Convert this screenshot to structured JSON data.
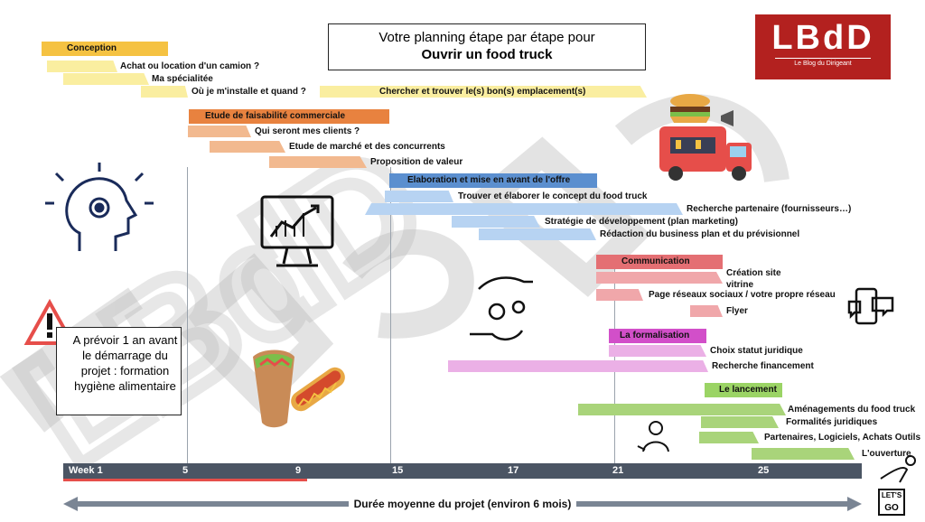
{
  "title": {
    "line1": "Votre planning étape par étape pour",
    "line2": "Ouvrir un food truck"
  },
  "logo": {
    "text": "LBdD",
    "subtitle": "Le Blog du Dirigeant",
    "watermark": "LBdD"
  },
  "warning": {
    "text": "A prévoir 1 an avant le démarrage du projet : formation hygiène alimentaire"
  },
  "timeline": {
    "weeks": [
      "Week 1",
      "5",
      "9",
      "15",
      "17",
      "21",
      "25"
    ],
    "duration_label": "Durée moyenne du projet (environ 6 mois)",
    "lets_go": [
      "LET'S",
      "GO"
    ]
  },
  "phases": [
    {
      "name": "Conception",
      "color": "#f5c242",
      "light": "#faeea0",
      "tasks": [
        "Achat ou location d'un camion ?",
        "Ma spécialitée",
        "Où je m'installe et quand ?",
        "Chercher et trouver le(s) bon(s) emplacement(s)"
      ]
    },
    {
      "name": "Etude de faisabilité commerciale",
      "color": "#e8823f",
      "light": "#f2b98f",
      "tasks": [
        "Qui seront mes clients ?",
        "Etude de marché et des concurrents",
        "Proposition de valeur"
      ]
    },
    {
      "name": "Elaboration et mise en avant de l'offre",
      "color": "#5b8fcf",
      "light": "#b7d3f2",
      "tasks": [
        "Trouver et élaborer le concept du food truck",
        "Recherche partenaire (fournisseurs…)",
        "Stratégie de développement (plan marketing)",
        "Rédaction du business plan et du prévisionnel"
      ]
    },
    {
      "name": "Communication",
      "color": "#e46f73",
      "light": "#f0a7aa",
      "tasks": [
        "Création site vitrine",
        "Page réseaux sociaux / votre propre réseau",
        "Flyer"
      ]
    },
    {
      "name": "La formalisation",
      "color": "#d24fc9",
      "light": "#ebb0e6",
      "tasks": [
        "Choix statut juridique",
        "Recherche financement"
      ]
    },
    {
      "name": "Le lancement",
      "color": "#9bd465",
      "light": "#a9d47a",
      "tasks": [
        "Aménagements du food truck",
        "Formalités juridiques",
        "Partenaires, Logiciels, Achats Outils",
        "L'ouverture"
      ]
    }
  ]
}
